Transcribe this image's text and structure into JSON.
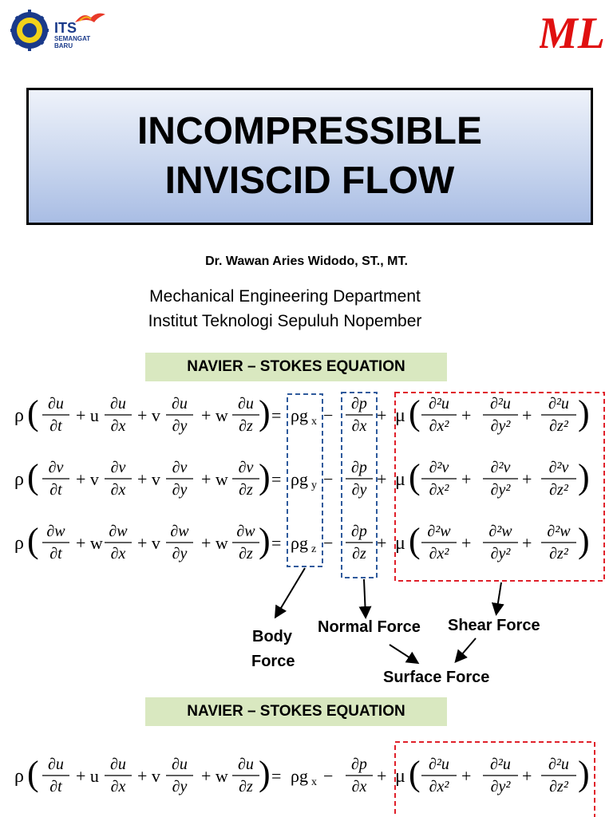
{
  "header": {
    "its_logo_line1": "ITS",
    "its_logo_line2": "SEMANGAT",
    "its_logo_line3": "BARU",
    "right_logo_text": "ML"
  },
  "title": {
    "line1": "INCOMPRESSIBLE",
    "line2": "INVISCID FLOW"
  },
  "author": "Dr. Wawan Aries Widodo, ST., MT.",
  "department": "Mechanical Engineering Department",
  "institution": "Institut Teknologi Sepuluh Nopember",
  "section1": {
    "banner": "NAVIER – STOKES EQUATION",
    "labels": {
      "body_force_1": "Body",
      "body_force_2": "Force",
      "normal_force": "Normal Force",
      "shear_force": "Shear Force",
      "surface_force": "Surface Force"
    }
  },
  "section2": {
    "banner": "NAVIER – STOKES EQUATION"
  },
  "equations": [
    {
      "vel": "u",
      "g": "x"
    },
    {
      "vel": "v",
      "g": "y"
    },
    {
      "vel": "w",
      "g": "z"
    }
  ],
  "colors": {
    "body_box": "#2e5a9c",
    "normal_box": "#2e5a9c",
    "shear_box": "#e0202a",
    "banner_bg": "#d9e8c0",
    "logo_red": "#e01010"
  }
}
